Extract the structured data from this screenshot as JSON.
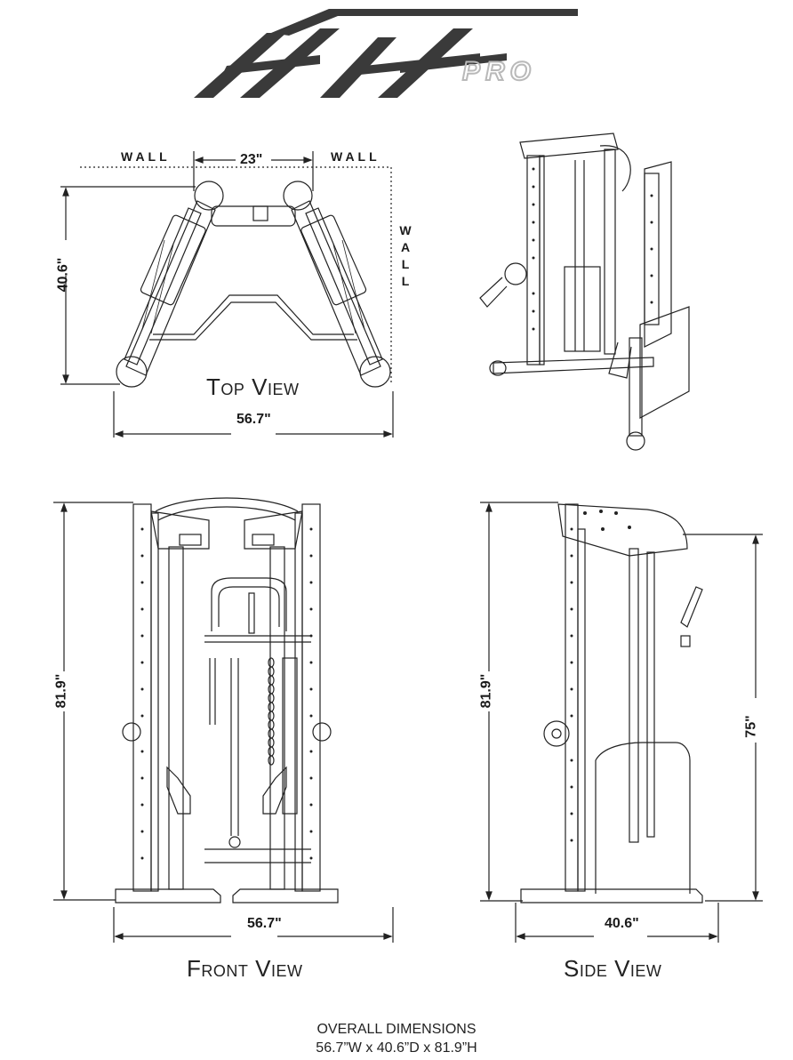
{
  "brand": {
    "logo_text": "Hf",
    "logo_suffix": "PRO",
    "logo_color": "#3a3a3a",
    "suffix_color": "#b9b9b9"
  },
  "top_view": {
    "title": "Top View",
    "wall_left": "WALL",
    "wall_right": "WALL",
    "wall_side": "WALL",
    "gap_dim": "23\"",
    "depth_dim": "40.6\"",
    "width_dim": "56.7\""
  },
  "front_view": {
    "title": "Front View",
    "height_dim": "81.9\"",
    "width_dim": "56.7\""
  },
  "side_view": {
    "title": "Side View",
    "height_dim": "81.9\"",
    "pulley_height_dim": "75\"",
    "depth_dim": "40.6\""
  },
  "footer": {
    "heading": "OVERALL DIMENSIONS",
    "summary": "56.7”W x 40.6”D x 81.9”H"
  }
}
